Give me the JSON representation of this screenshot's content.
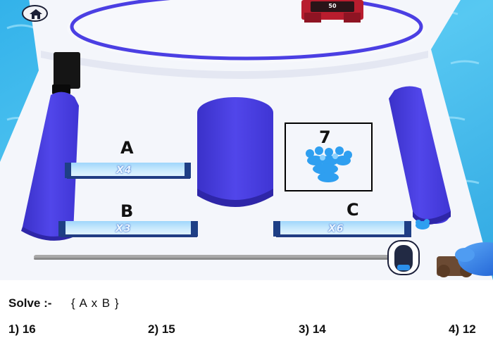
{
  "game": {
    "top_badge": "50",
    "labels": {
      "a": "A",
      "b": "B",
      "c": "C"
    },
    "gates": {
      "a": "X4",
      "b": "X3",
      "c": "X6"
    },
    "crowd_count": "7"
  },
  "question": {
    "prompt": "Solve :-",
    "expression": "{ A x B }",
    "options": [
      "1) 16",
      "2) 15",
      "3) 14",
      "4) 12"
    ]
  },
  "colors": {
    "water": "#3fb6e8",
    "track": "#f4f6fb",
    "wall": "#4a3fe0",
    "gate": "#bfe3fb"
  }
}
